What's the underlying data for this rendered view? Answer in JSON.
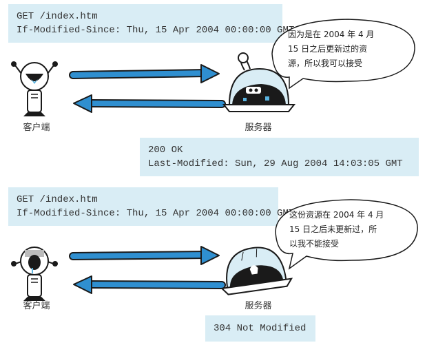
{
  "panels": [
    {
      "request": {
        "line1": "GET /index.htm",
        "line2": "If-Modified-Since: Thu, 15 Apr 2004 00:00:00 GMT"
      },
      "client_label": "客户端",
      "server_label": "服务器",
      "speech": {
        "line1": "因为是在 2004 年 4 月",
        "line2": "15 日之后更新过的资",
        "line3": "源，所以我可以接受"
      },
      "response": {
        "line1": "200 OK",
        "line2": "Last-Modified: Sun, 29 Aug 2004 14:03:05 GMT"
      }
    },
    {
      "request": {
        "line1": "GET /index.htm",
        "line2": "If-Modified-Since: Thu, 15 Apr 2004 00:00:00 GMT"
      },
      "client_label": "客户端",
      "server_label": "服务器",
      "speech": {
        "line1": "这份资源在 2004 年 4 月",
        "line2": "15 日之后未更新过，所",
        "line3": "以我不能接受"
      },
      "response": {
        "line1": "304 Not Modified"
      }
    }
  ],
  "colors": {
    "box_bg": "#d9edf5",
    "arrow": "#2f8fd0",
    "dark": "#1a1a1a"
  }
}
